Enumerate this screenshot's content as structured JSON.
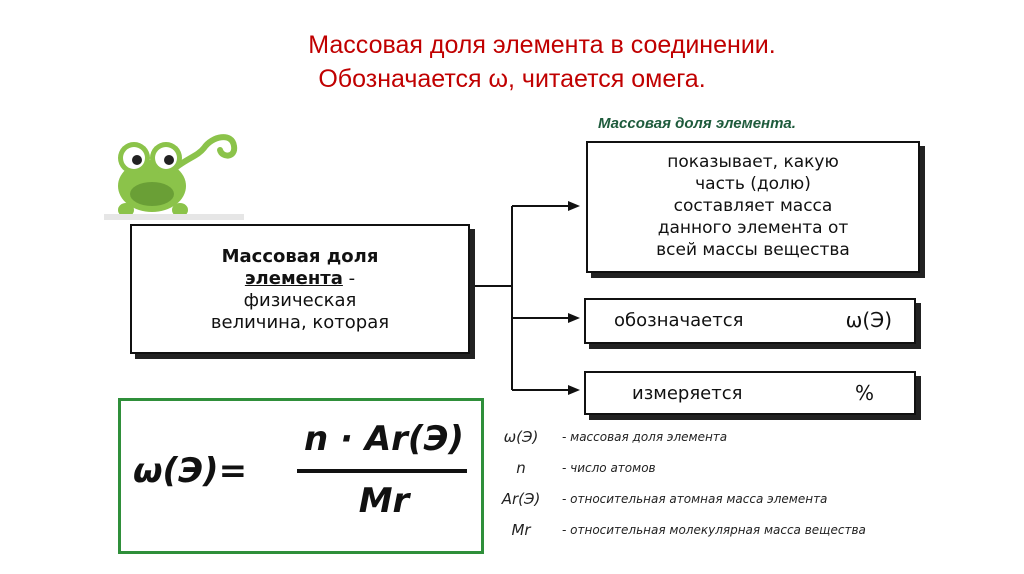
{
  "title": {
    "line1": "Массовая доля элемента в соединении.",
    "line2": "Обозначается  ω, читается омега."
  },
  "diagram": {
    "heading": "Массовая доля элемента.",
    "main_box": {
      "bold1": "Массовая доля",
      "bold2": "элемента",
      "dash": " -",
      "line3": "физическая",
      "line4": "величина, которая"
    },
    "box1_lines": [
      "показывает, какую",
      "часть (долю)",
      "составляет масса",
      "данного элемента от",
      "всей массы вещества"
    ],
    "box2": {
      "label": "обозначается",
      "value": "ω(Э)"
    },
    "box3": {
      "label": "измеряется",
      "value": "%"
    }
  },
  "formula": {
    "lhs": "ω(Э)=",
    "numerator": "n · Ar(Э)",
    "denominator": "Mr"
  },
  "legend": [
    {
      "symbol": "ω(Э)",
      "desc": "- массовая доля элемента"
    },
    {
      "symbol": "n",
      "desc": "- число атомов"
    },
    {
      "symbol": "Ar(Э)",
      "desc": "- относительная атомная масса элемента"
    },
    {
      "symbol": "Mr",
      "desc": "- относительная молекулярная масса вещества"
    }
  ],
  "colors": {
    "title": "#c00000",
    "heading": "#1e5b3c",
    "formula_border": "#2f8f3a",
    "mascot": "#8bc34a"
  }
}
